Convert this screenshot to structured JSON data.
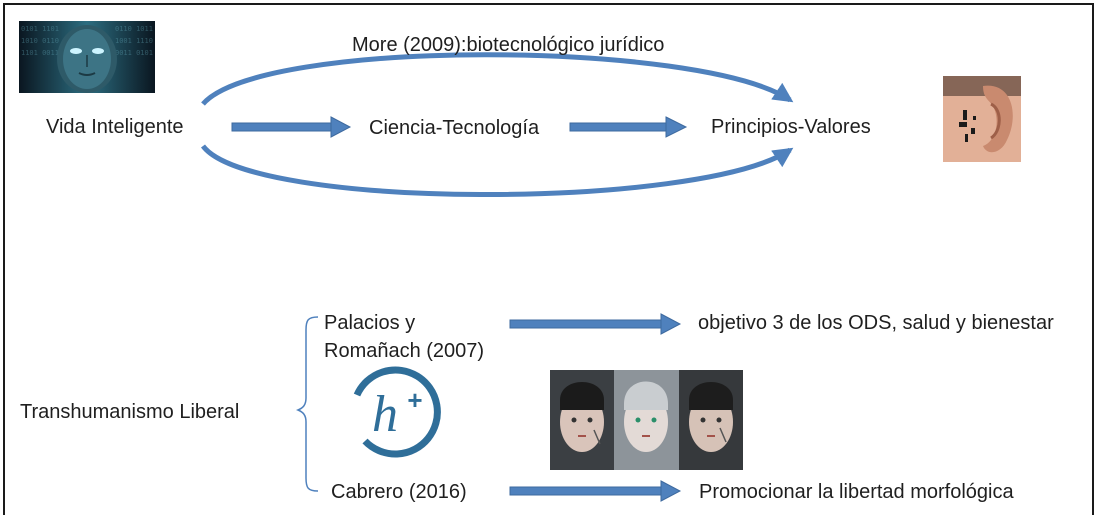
{
  "colors": {
    "arrow": "#4f81bd",
    "arrow_dark": "#3e6a9f",
    "text": "#1f1f1f",
    "hplus": "#2f6e99"
  },
  "top": {
    "title": "More (2009):biotecnológico jurídico",
    "node1": "Vida Inteligente",
    "node2": "Ciencia-Tecnología",
    "node3": "Principios-Valores",
    "image_left": "cyborg-face-image",
    "image_right": "ear-implant-image"
  },
  "bottom": {
    "root": "Transhumanismo Liberal",
    "branch1": {
      "line1": "Palacios y",
      "line2": "Romañach (2007)",
      "target": "objetivo 3 de los ODS, salud y bienestar"
    },
    "branch2": {
      "label": "Cabrero (2016)",
      "target": "Promocionar la libertad morfológica"
    },
    "logo_text": "h",
    "logo_sup": "+",
    "image": "android-faces-image"
  }
}
